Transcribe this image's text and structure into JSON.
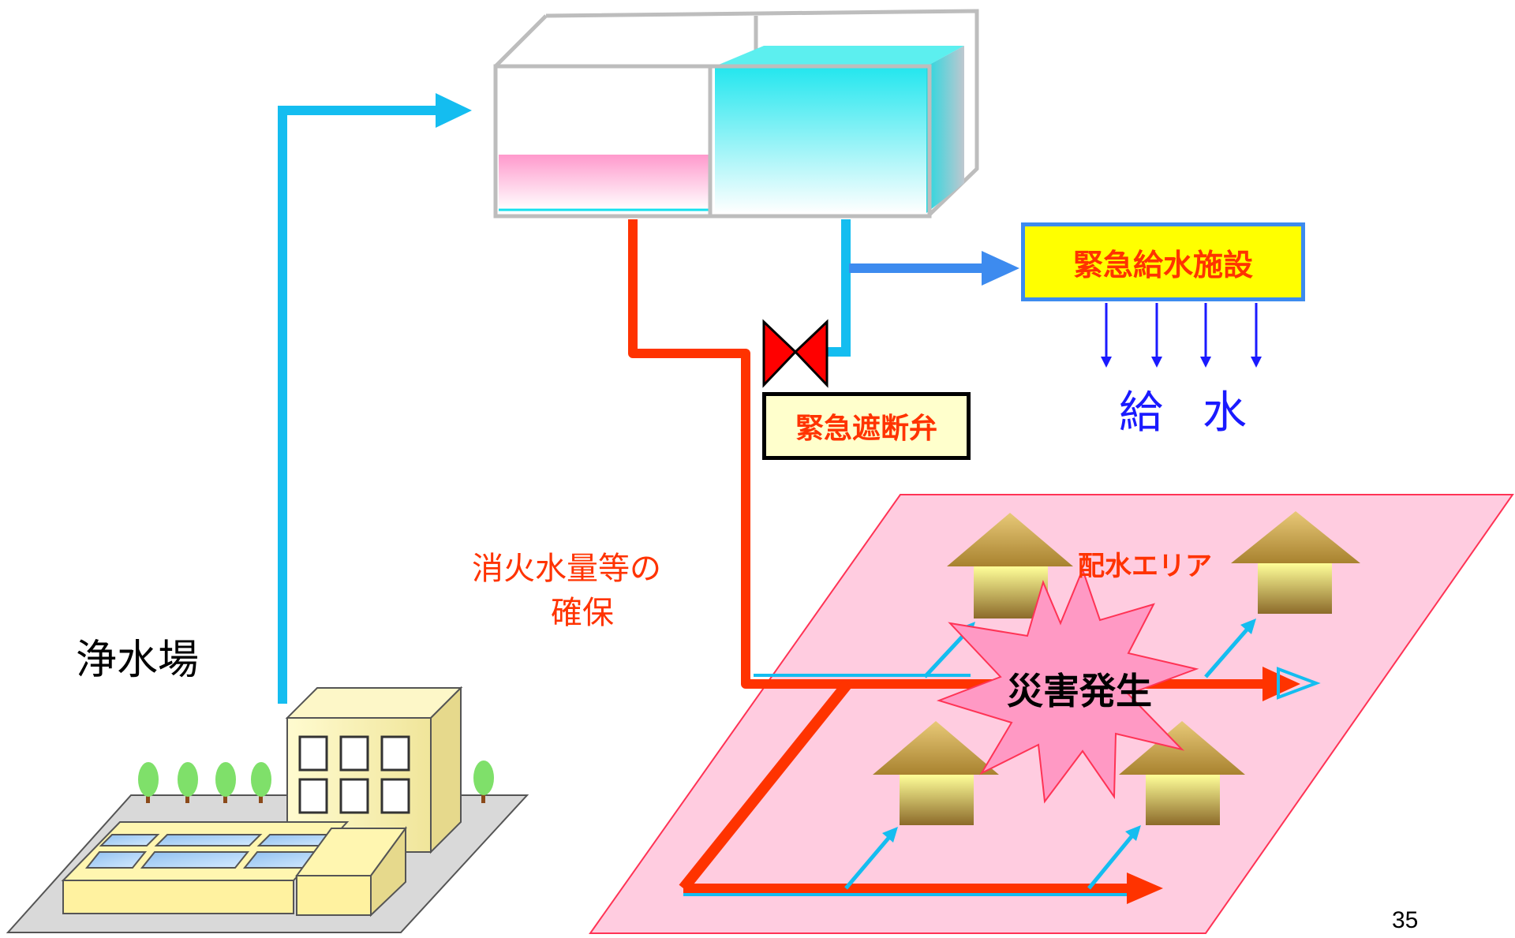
{
  "labels": {
    "plant": "浄水場",
    "emergency_supply_facility": "緊急給水施設",
    "supply_chars": [
      "給",
      "水"
    ],
    "shutoff_valve": "緊急遮断弁",
    "fire_water": [
      "消火水量等の",
      "確保"
    ],
    "distribution_area": "配水エリア",
    "disaster": "災害発生",
    "page_number": "35"
  },
  "colors": {
    "clean_water": "#14bdf0",
    "fire_water_line": "#ff3300",
    "supply_line": "#3d8bef",
    "valve": "#ff0000",
    "facility_box_fill": "#ffff00",
    "facility_box_border": "#3d8bef",
    "valve_box_fill": "#ffffcc",
    "area_fill": "#ffcce0",
    "area_border": "#ff3355",
    "burst_fill": "#ff99c4",
    "supply_text": "#1a1aff",
    "house_arrow": "#c9a24a"
  },
  "icons": [
    "water-tank-icon",
    "gate-valve-icon",
    "purification-plant-icon",
    "house-arrow-icon",
    "explosion-burst-icon",
    "tree-icon"
  ]
}
